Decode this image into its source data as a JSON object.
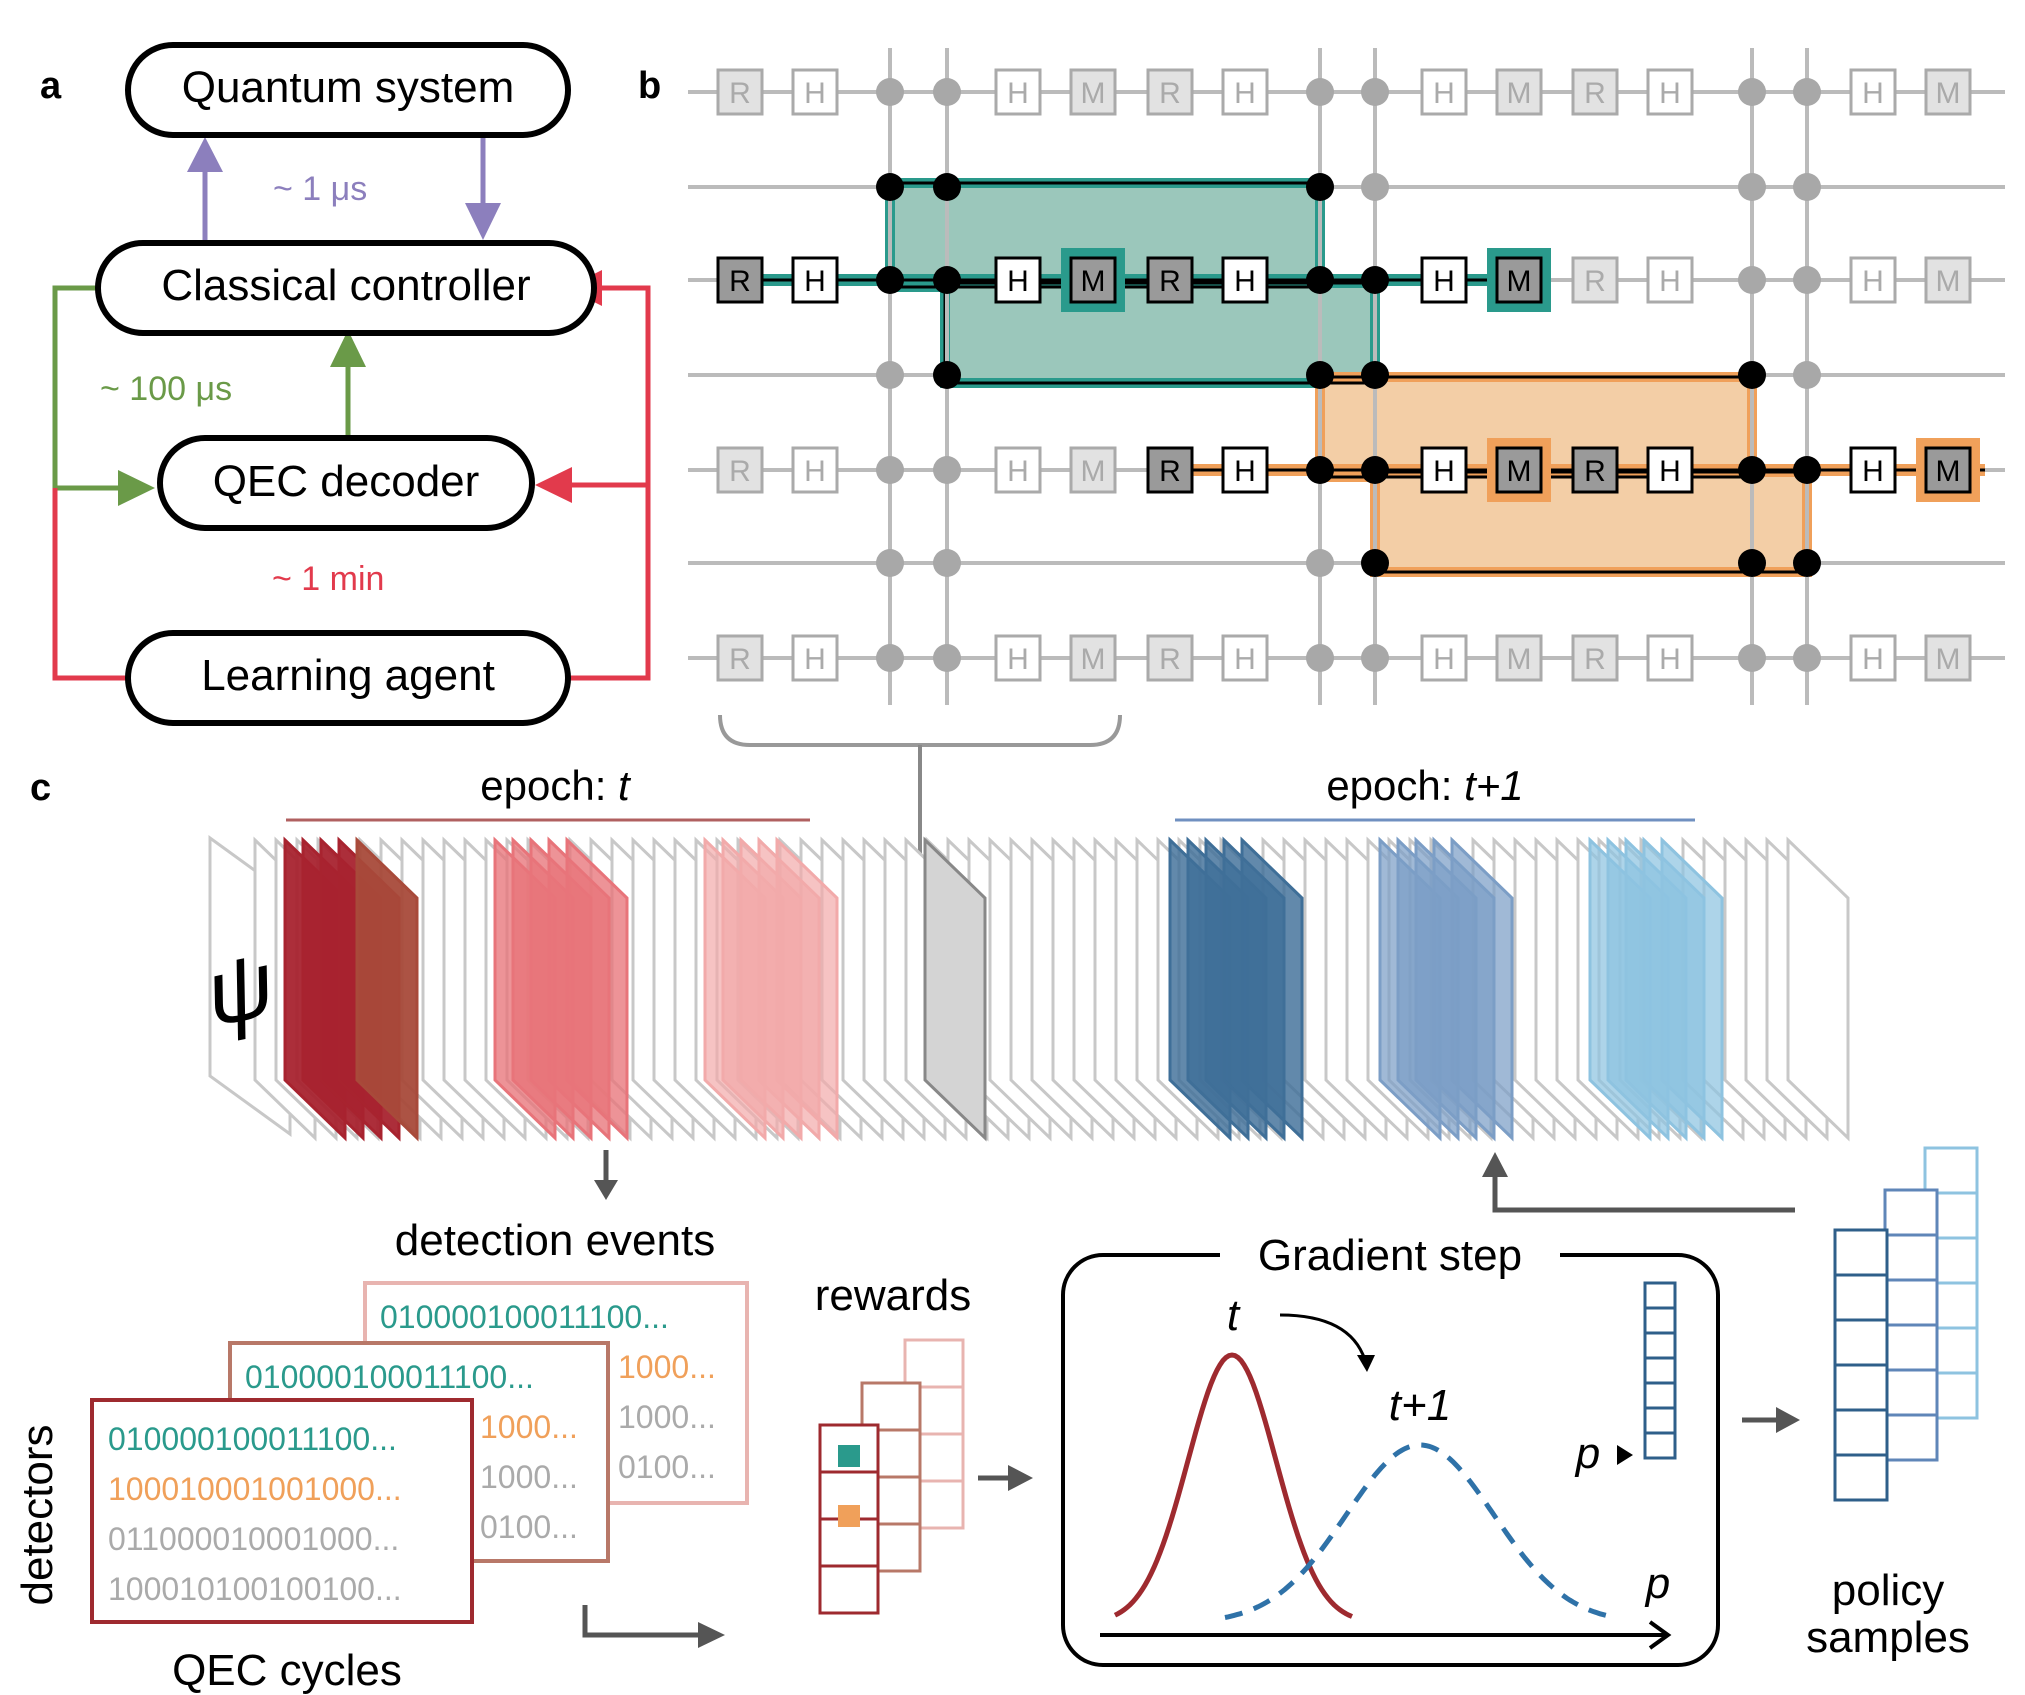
{
  "panels": {
    "a": "a",
    "b": "b",
    "c": "c"
  },
  "colors": {
    "purple": "#8c7fbd",
    "green": "#6a9a48",
    "red": "#e23a4c",
    "teal": "#2a9a8c",
    "orange": "#f0a05a",
    "dark_red": "#9e2a2f",
    "blue": "#2f72a8",
    "gray": "#aaaaaa"
  },
  "panel_a": {
    "boxes": {
      "quantum": "Quantum system",
      "controller": "Classical controller",
      "decoder": "QEC decoder",
      "agent": "Learning agent"
    },
    "latencies": {
      "us1": "~ 1 μs",
      "us100": "~ 100 μs",
      "min1": "~ 1 min"
    }
  },
  "panel_b": {
    "gate_labels": {
      "R": "R",
      "H": "H",
      "M": "M"
    }
  },
  "panel_c": {
    "epoch_t_prefix": "epoch: ",
    "epoch_t_var": "t",
    "epoch_t1_prefix": "epoch: ",
    "epoch_t1_var": "t+1",
    "psi": "ψ",
    "detection_events": "detection events",
    "detectors": "detectors",
    "qec_cycles": "QEC cycles",
    "rewards": "rewards",
    "gradient_step": "Gradient step",
    "curve_t": "t",
    "curve_t1": "t+1",
    "p_axis": "p",
    "p_marker": "p",
    "policy_line1": "policy",
    "policy_line2": "samples",
    "bitstrings": {
      "front": [
        "010000100011100...",
        "100010001001000...",
        "011000010001000...",
        "100010100100100..."
      ],
      "middle": [
        "010000100011100...",
        "1000...",
        "1000...",
        "0100..."
      ],
      "back": [
        "010000100011100...",
        "1000...",
        "1000...",
        "0100..."
      ]
    }
  }
}
